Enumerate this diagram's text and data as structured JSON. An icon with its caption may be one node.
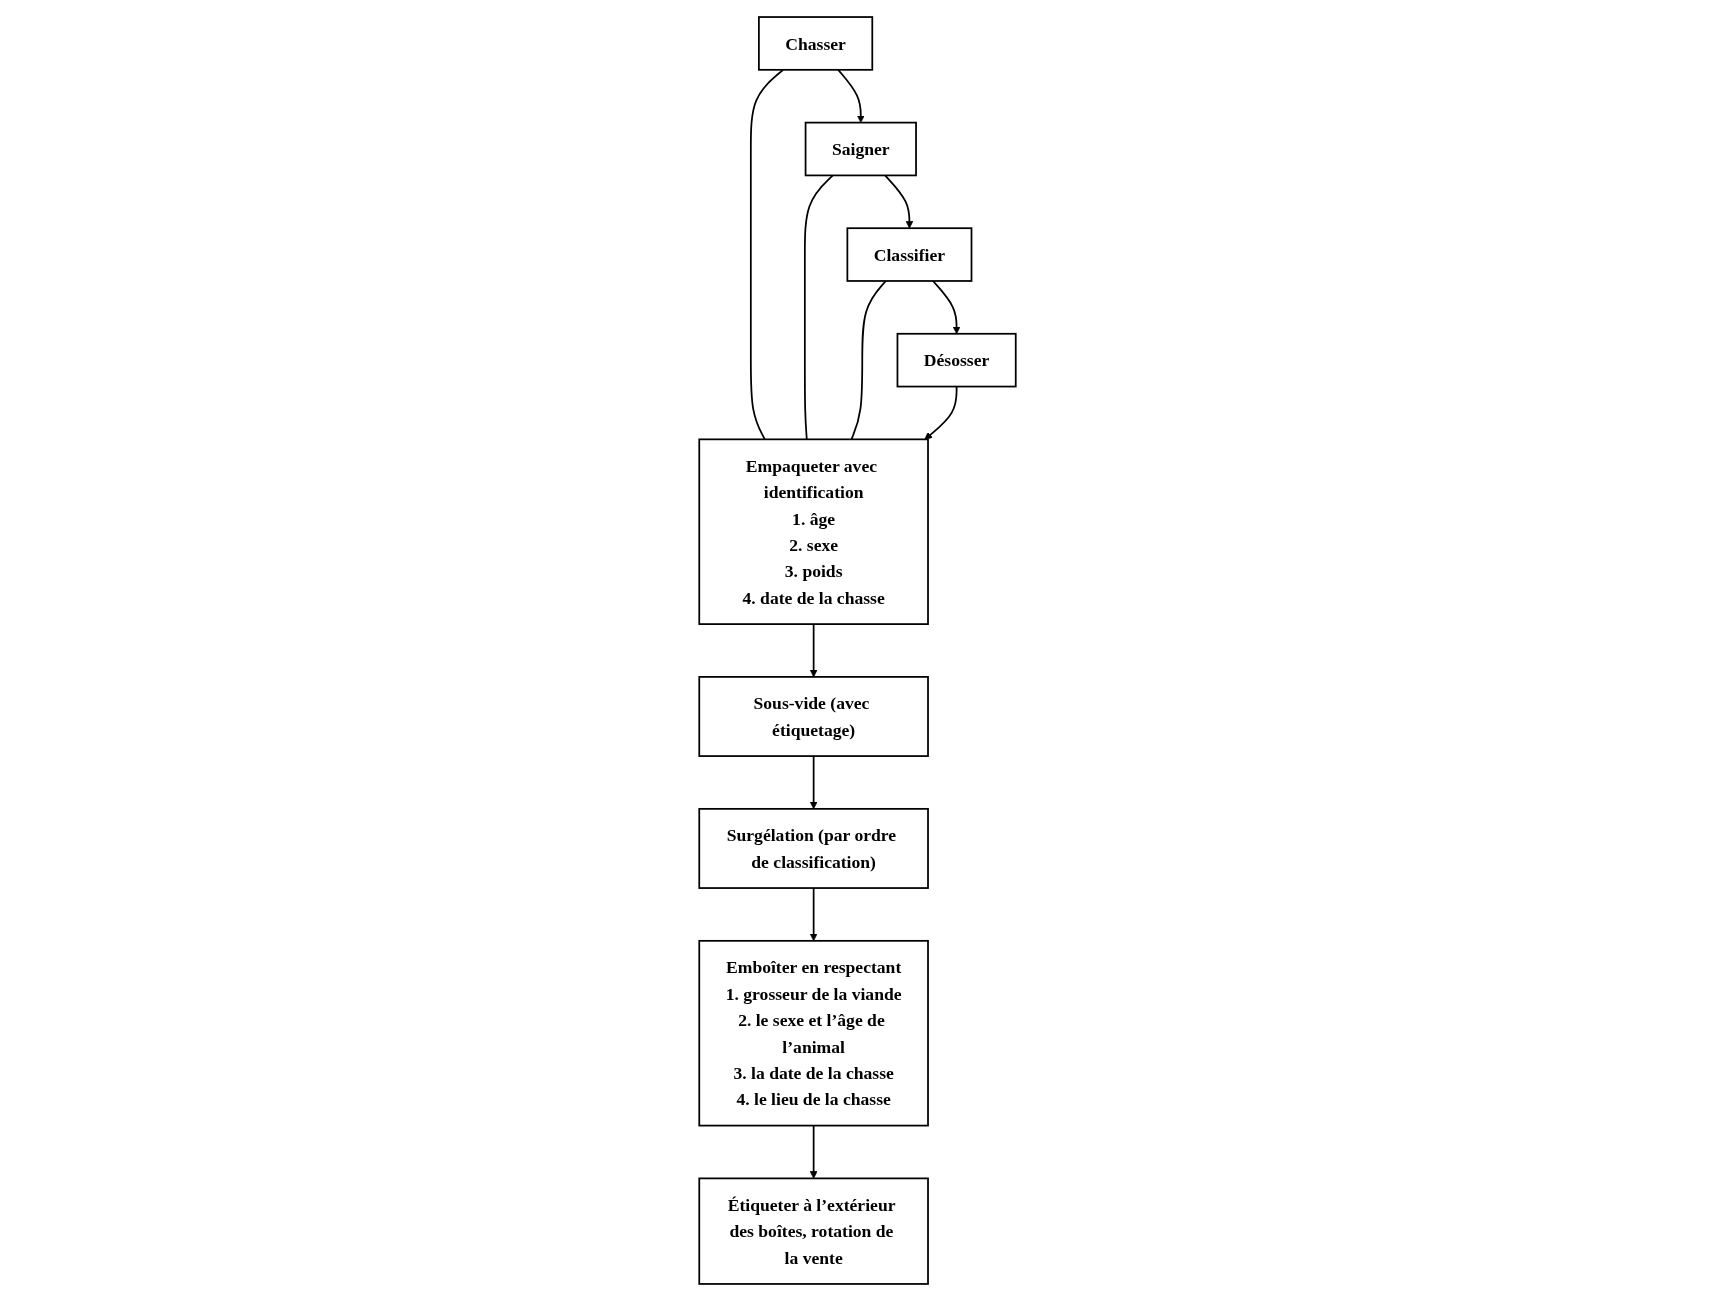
{
  "diagram": {
    "nodes": [
      {
        "text": [
          "Chasser"
        ]
      },
      {
        "text": [
          "Saigner"
        ]
      },
      {
        "text": [
          "Classifier"
        ]
      },
      {
        "text": [
          "Désosser"
        ]
      },
      {
        "text": [
          "Empaqueter avec identification",
          "1. âge",
          "2. sexe",
          "3. poids",
          "4. date de la chasse"
        ]
      },
      {
        "text": [
          "Sous-vide (avec étiquetage)"
        ]
      },
      {
        "text": [
          "Surgélation (par ordre de classification)"
        ]
      },
      {
        "text": [
          "Emboîter en respectant",
          "1. grosseur de la viande",
          "2. le sexe et l’âge de l’animal",
          "3. la date de la chasse",
          "4. le lieu de la chasse"
        ]
      },
      {
        "text": [
          "Étiqueter à l’extérieur des boîtes, rotation de la vente"
        ]
      }
    ],
    "edges": [
      {
        "from": 0,
        "to": 1,
        "arrow": "to"
      },
      {
        "from": 1,
        "to": 2,
        "arrow": "to"
      },
      {
        "from": 2,
        "to": 3,
        "arrow": "to"
      },
      {
        "from": 0,
        "to": 4,
        "arrow": "none"
      },
      {
        "from": 1,
        "to": 4,
        "arrow": "none"
      },
      {
        "from": 2,
        "to": 4,
        "arrow": "none"
      },
      {
        "from": 3,
        "to": 4,
        "arrow": "to"
      },
      {
        "from": 4,
        "to": 5,
        "arrow": "to"
      },
      {
        "from": 5,
        "to": 6,
        "arrow": "to"
      },
      {
        "from": 6,
        "to": 7,
        "arrow": "to"
      },
      {
        "from": 7,
        "to": 8,
        "arrow": "to"
      }
    ]
  }
}
